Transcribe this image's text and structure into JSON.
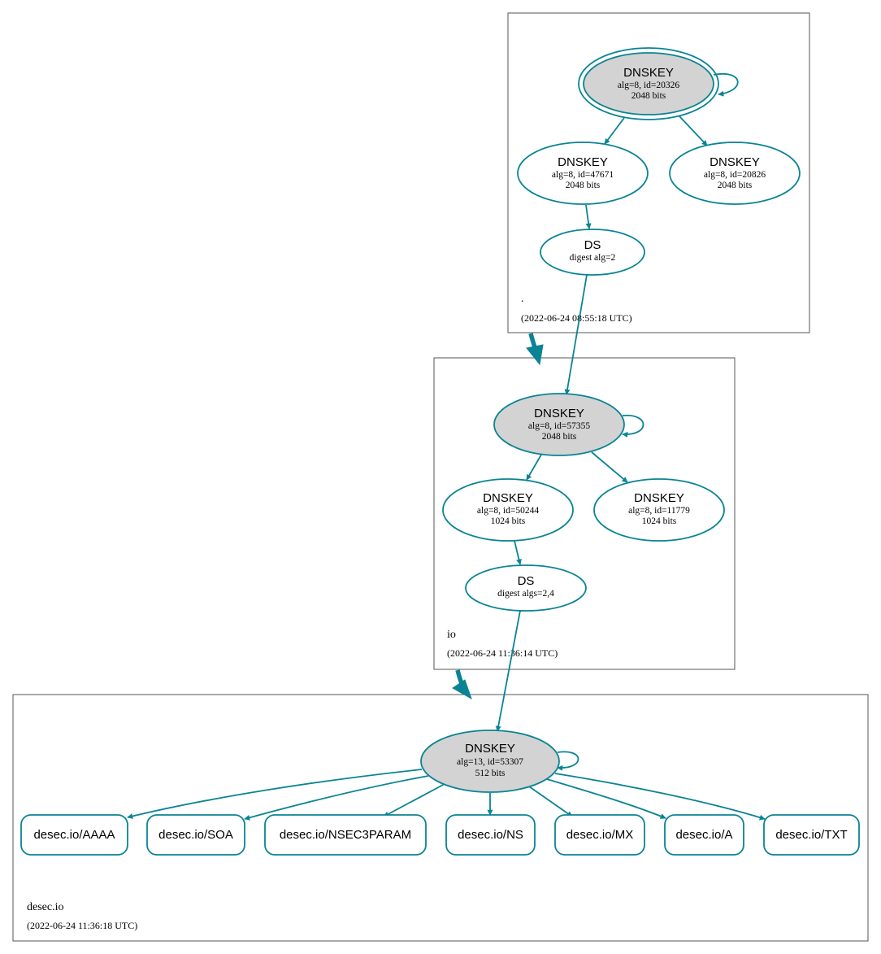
{
  "colors": {
    "edge": "#0a8494",
    "ksk_fill": "#d3d3d3",
    "node_fill": "#ffffff",
    "border": "#555555"
  },
  "zones": {
    "root": {
      "name": ".",
      "time": "(2022-06-24 08:55:18 UTC)"
    },
    "io": {
      "name": "io",
      "time": "(2022-06-24 11:36:14 UTC)"
    },
    "desec": {
      "name": "desec.io",
      "time": "(2022-06-24 11:36:18 UTC)"
    }
  },
  "nodes": {
    "root_ksk": {
      "title": "DNSKEY",
      "line1": "alg=8, id=20326",
      "line2": "2048 bits"
    },
    "root_zsk1": {
      "title": "DNSKEY",
      "line1": "alg=8, id=47671",
      "line2": "2048 bits"
    },
    "root_zsk2": {
      "title": "DNSKEY",
      "line1": "alg=8, id=20826",
      "line2": "2048 bits"
    },
    "root_ds": {
      "title": "DS",
      "line1": "digest alg=2"
    },
    "io_ksk": {
      "title": "DNSKEY",
      "line1": "alg=8, id=57355",
      "line2": "2048 bits"
    },
    "io_zsk1": {
      "title": "DNSKEY",
      "line1": "alg=8, id=50244",
      "line2": "1024 bits"
    },
    "io_zsk2": {
      "title": "DNSKEY",
      "line1": "alg=8, id=11779",
      "line2": "1024 bits"
    },
    "io_ds": {
      "title": "DS",
      "line1": "digest algs=2,4"
    },
    "desec_key": {
      "title": "DNSKEY",
      "line1": "alg=13, id=53307",
      "line2": "512 bits"
    }
  },
  "records": [
    "desec.io/AAAA",
    "desec.io/SOA",
    "desec.io/NSEC3PARAM",
    "desec.io/NS",
    "desec.io/MX",
    "desec.io/A",
    "desec.io/TXT"
  ]
}
